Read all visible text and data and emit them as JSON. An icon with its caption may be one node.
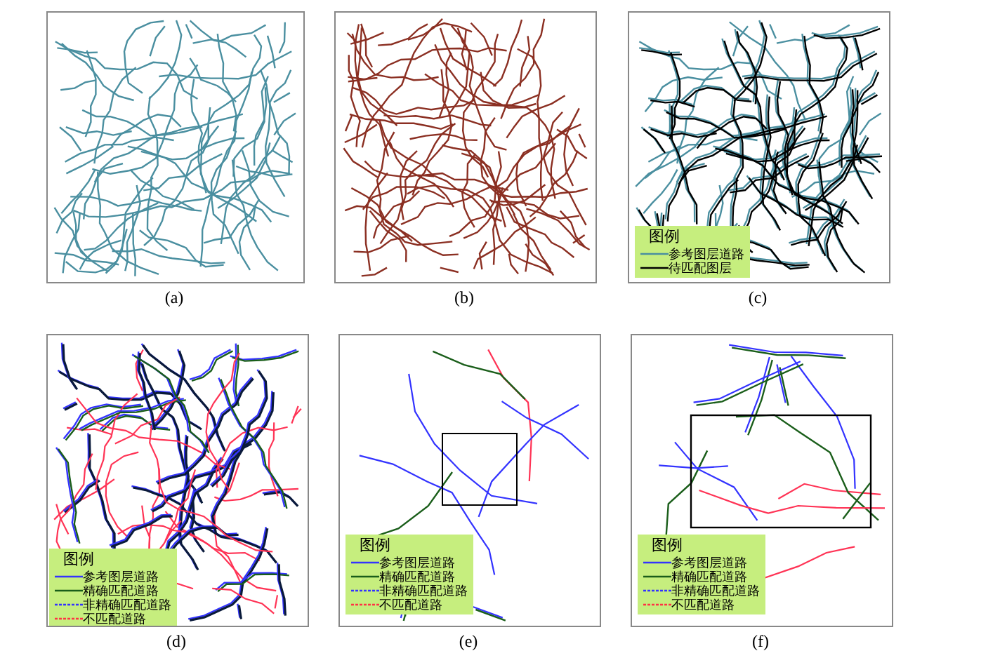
{
  "diagram": {
    "labels": [
      "图例",
      "(a)",
      "(b)",
      "(c)",
      "图例",
      "图例",
      "图例",
      "(d)",
      "(e)",
      "(f)"
    ],
    "legend": [
      {
        "text": "参考图层道路"
      },
      {
        "text": "待匹配图层"
      },
      {
        "text": "参考图层道路"
      },
      {
        "text": "精确匹配道路"
      },
      {
        "text": "非精确匹配道路"
      },
      {
        "text": "不匹配道路"
      },
      {
        "text": "参考图层道路"
      },
      {
        "text": "精确匹配道路"
      },
      {
        "text": "非精确匹配道路"
      },
      {
        "text": "不匹配道路"
      },
      {
        "text": "参考图层道路"
      },
      {
        "text": "精确匹配道路"
      },
      {
        "text": "非精确匹配道路"
      },
      {
        "text": "不匹配道路"
      }
    ]
  }
}
